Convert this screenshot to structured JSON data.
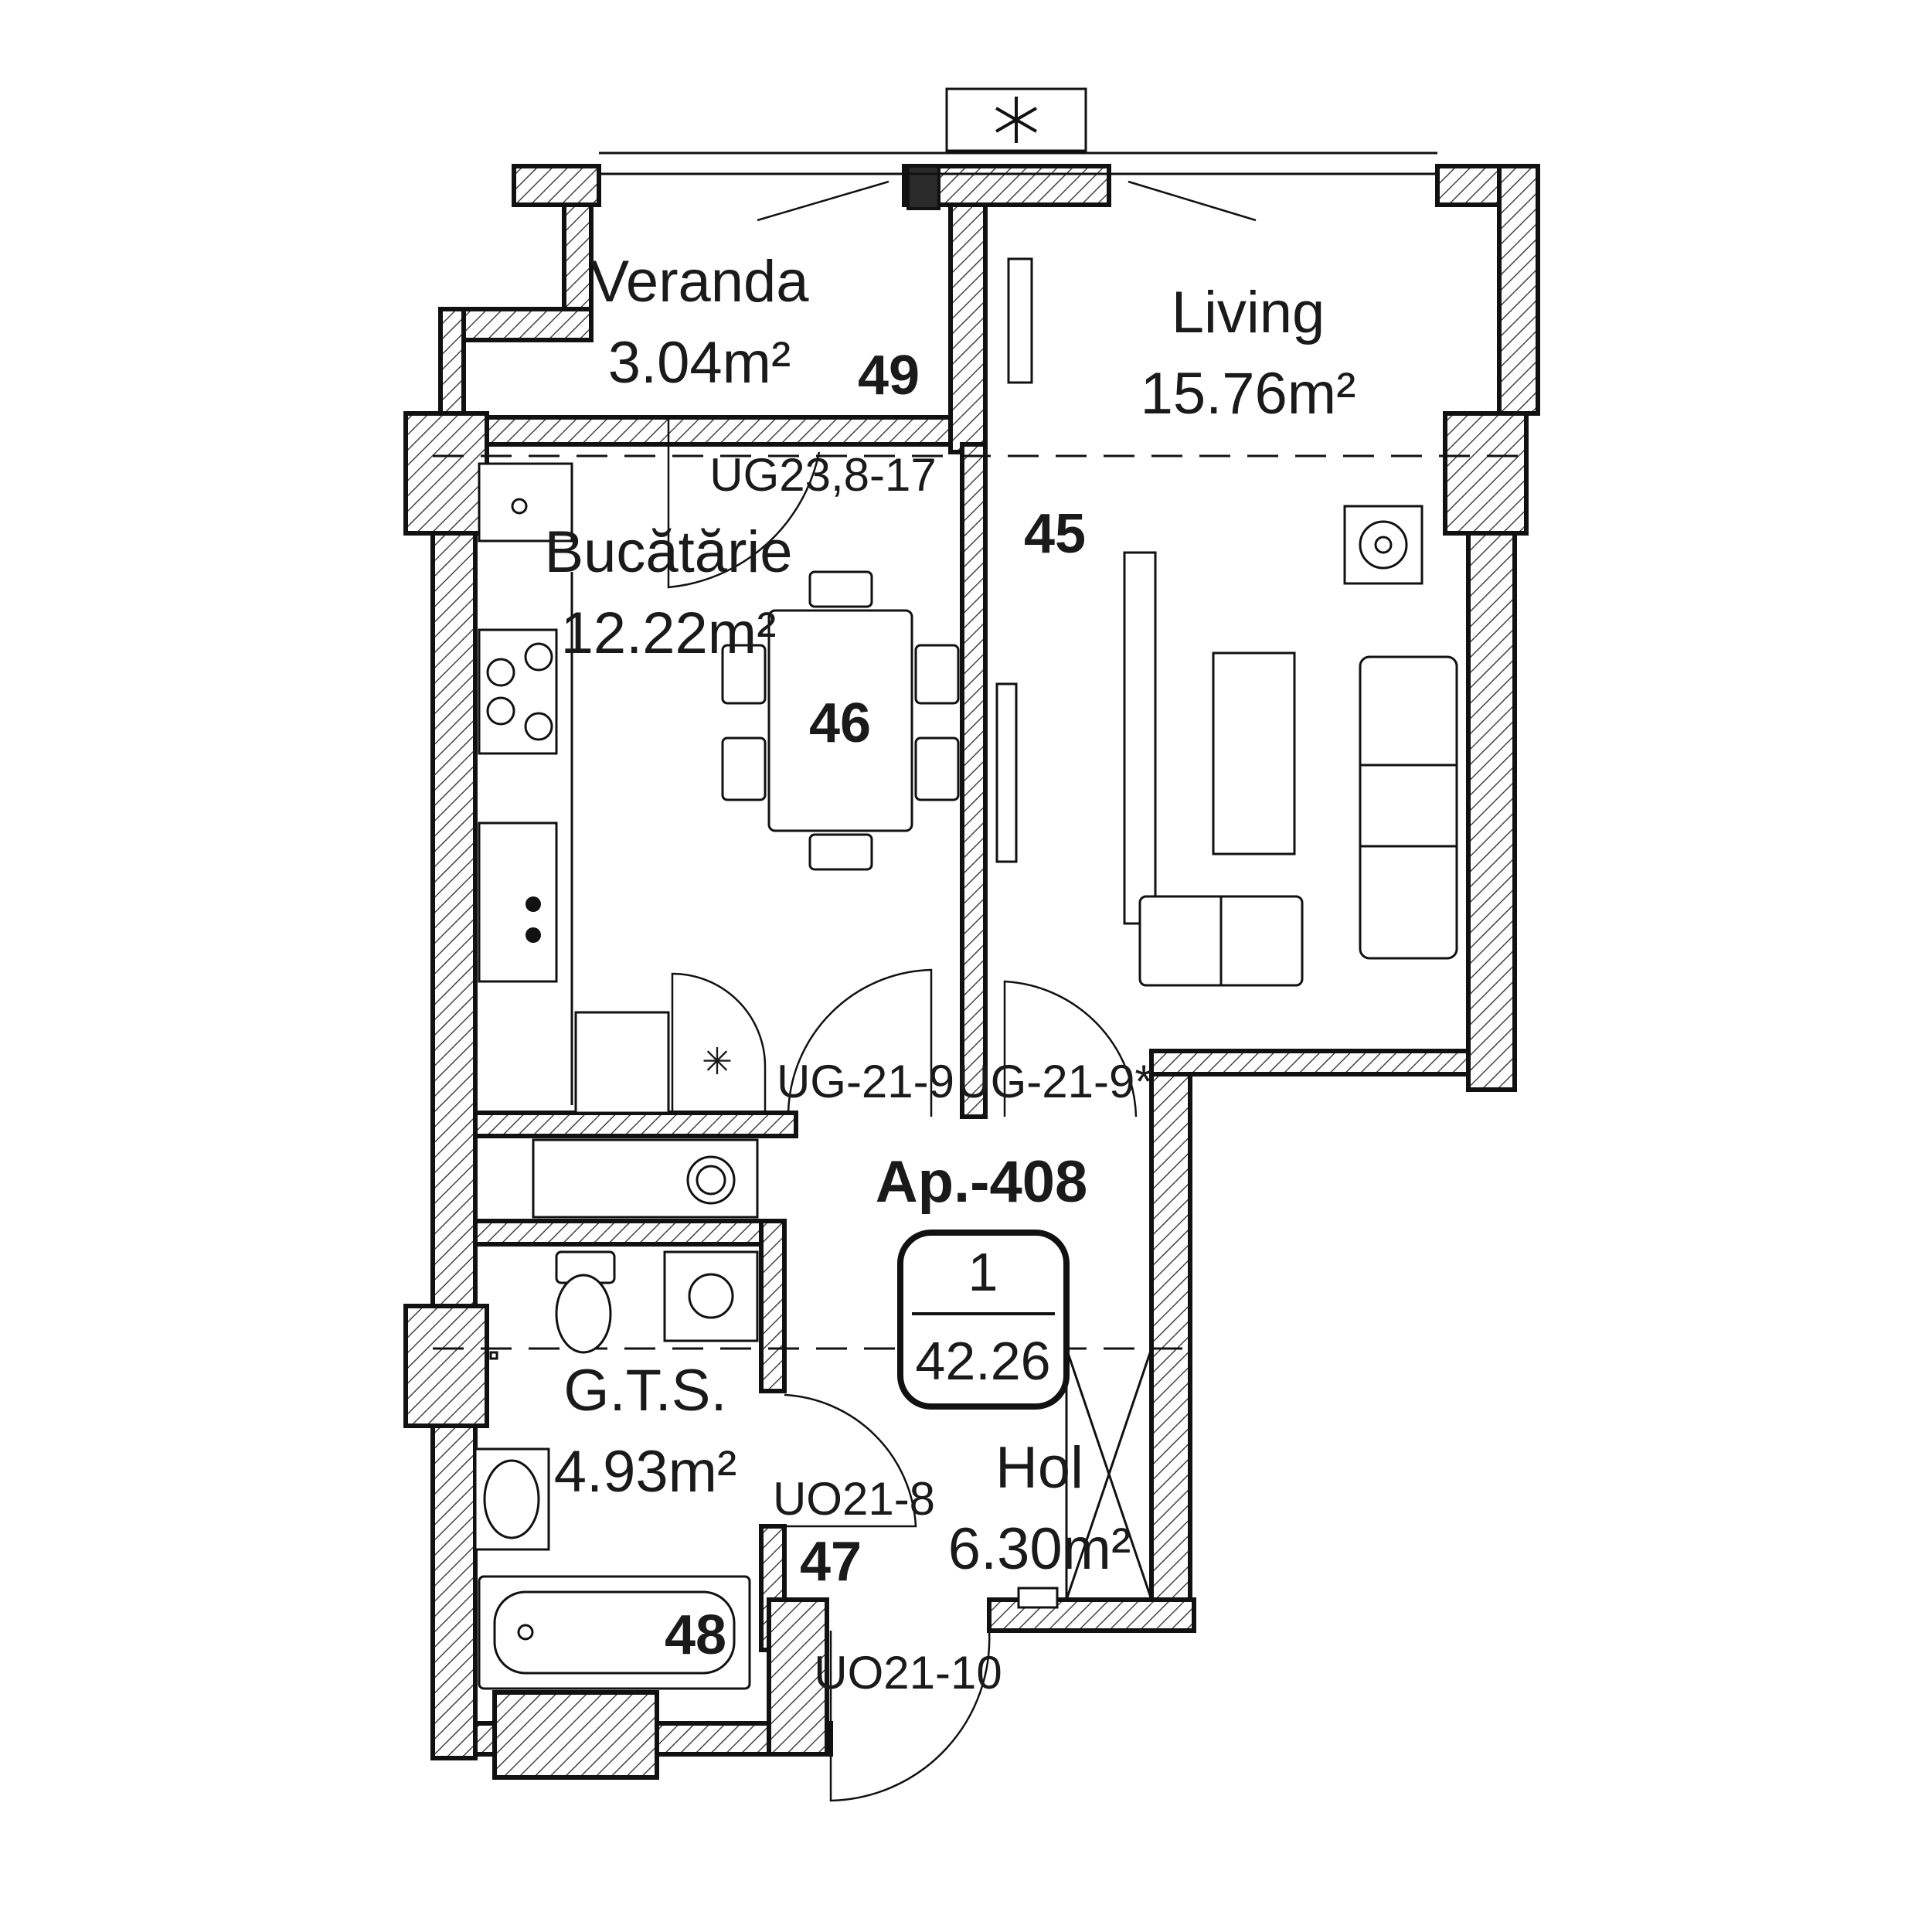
{
  "apartment": {
    "title": "Ap.-408",
    "rooms_count": "1",
    "total_area": "42.26"
  },
  "rooms": {
    "veranda": {
      "name": "Veranda",
      "area": "3.04m²",
      "number": "49"
    },
    "living": {
      "name": "Living",
      "area": "15.76m²",
      "number": "45"
    },
    "kitchen": {
      "name": "Bucătărie",
      "area": "12.22m²",
      "number": "46"
    },
    "bathroom": {
      "name": "G.T.S.",
      "area": "4.93m²",
      "number": "48"
    },
    "hall": {
      "name": "Hol",
      "area": "6.30m²",
      "number": "47"
    }
  },
  "doors": {
    "veranda_door": "UG23,8-17",
    "kitchen_door": "UG-21-9",
    "living_door": "UG-21-9*",
    "bath_door": "UO21-8",
    "entry_door": "UO21-10"
  },
  "icons": {
    "ac_unit": "snowflake-icon",
    "cooktop": "cooktop-icon",
    "sink": "sink-icon",
    "toilet": "toilet-icon",
    "washer": "washing-machine-icon",
    "bathtub": "bathtub-icon"
  }
}
